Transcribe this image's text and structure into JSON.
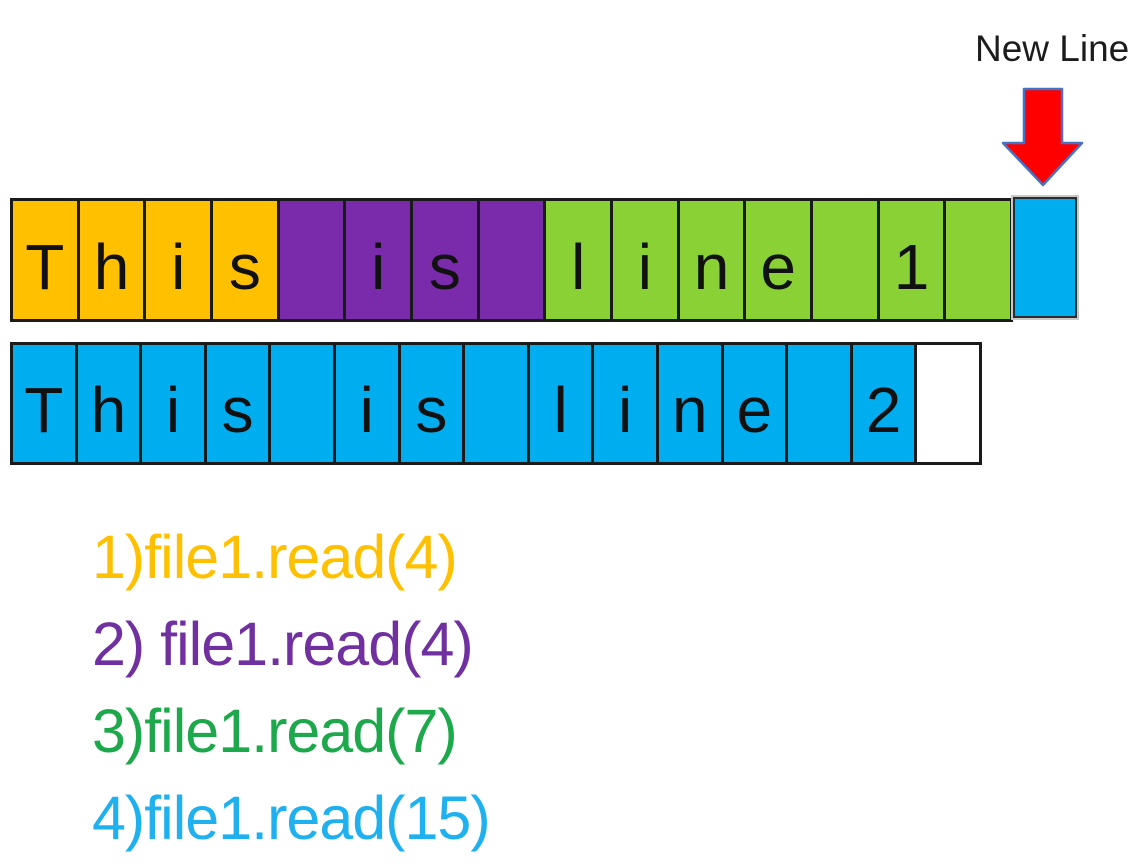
{
  "palette": {
    "gold": "#FFC000",
    "purple": "#7A2BAC",
    "green_cell": "#8AD135",
    "blue": "#00AEEF",
    "white": "#FFFFFF",
    "green_text": "#1CA84B",
    "purple_text": "#7030A0",
    "blue_text": "#1FB0F0",
    "arrow_fill": "#FF0000",
    "arrow_outline": "#4472C4",
    "cell_border": "#1a1a1a",
    "text_black": "#1c1c1c"
  },
  "annotation": {
    "newline_label": "New Line",
    "arrow_icon": "down-arrow"
  },
  "rows": [
    {
      "name": "line1-buffer",
      "cells": [
        {
          "ch": "T",
          "bg": "gold"
        },
        {
          "ch": "h",
          "bg": "gold"
        },
        {
          "ch": "i",
          "bg": "gold"
        },
        {
          "ch": "s",
          "bg": "gold"
        },
        {
          "ch": "",
          "bg": "purple"
        },
        {
          "ch": "i",
          "bg": "purple"
        },
        {
          "ch": "s",
          "bg": "purple"
        },
        {
          "ch": "",
          "bg": "purple"
        },
        {
          "ch": "l",
          "bg": "green_cell"
        },
        {
          "ch": "i",
          "bg": "green_cell"
        },
        {
          "ch": "n",
          "bg": "green_cell"
        },
        {
          "ch": "e",
          "bg": "green_cell"
        },
        {
          "ch": "",
          "bg": "green_cell"
        },
        {
          "ch": "1",
          "bg": "green_cell"
        },
        {
          "ch": "",
          "bg": "green_cell"
        }
      ]
    },
    {
      "name": "line2-buffer",
      "cells": [
        {
          "ch": "T",
          "bg": "blue"
        },
        {
          "ch": "h",
          "bg": "blue"
        },
        {
          "ch": "i",
          "bg": "blue"
        },
        {
          "ch": "s",
          "bg": "blue"
        },
        {
          "ch": "",
          "bg": "blue"
        },
        {
          "ch": "i",
          "bg": "blue"
        },
        {
          "ch": "s",
          "bg": "blue"
        },
        {
          "ch": "",
          "bg": "blue"
        },
        {
          "ch": "l",
          "bg": "blue"
        },
        {
          "ch": "i",
          "bg": "blue"
        },
        {
          "ch": "n",
          "bg": "blue"
        },
        {
          "ch": "e",
          "bg": "blue"
        },
        {
          "ch": "",
          "bg": "blue"
        },
        {
          "ch": "2",
          "bg": "blue"
        },
        {
          "ch": "",
          "bg": "white"
        }
      ]
    }
  ],
  "newline_cell": {
    "bg": "blue"
  },
  "reads": [
    {
      "label": "1)file1.read(4)",
      "color": "gold"
    },
    {
      "label": "2) file1.read(4)",
      "color": "purple_text"
    },
    {
      "label": "3)file1.read(7)",
      "color": "green_text"
    },
    {
      "label": "4)file1.read(15)",
      "color": "blue_text"
    }
  ]
}
